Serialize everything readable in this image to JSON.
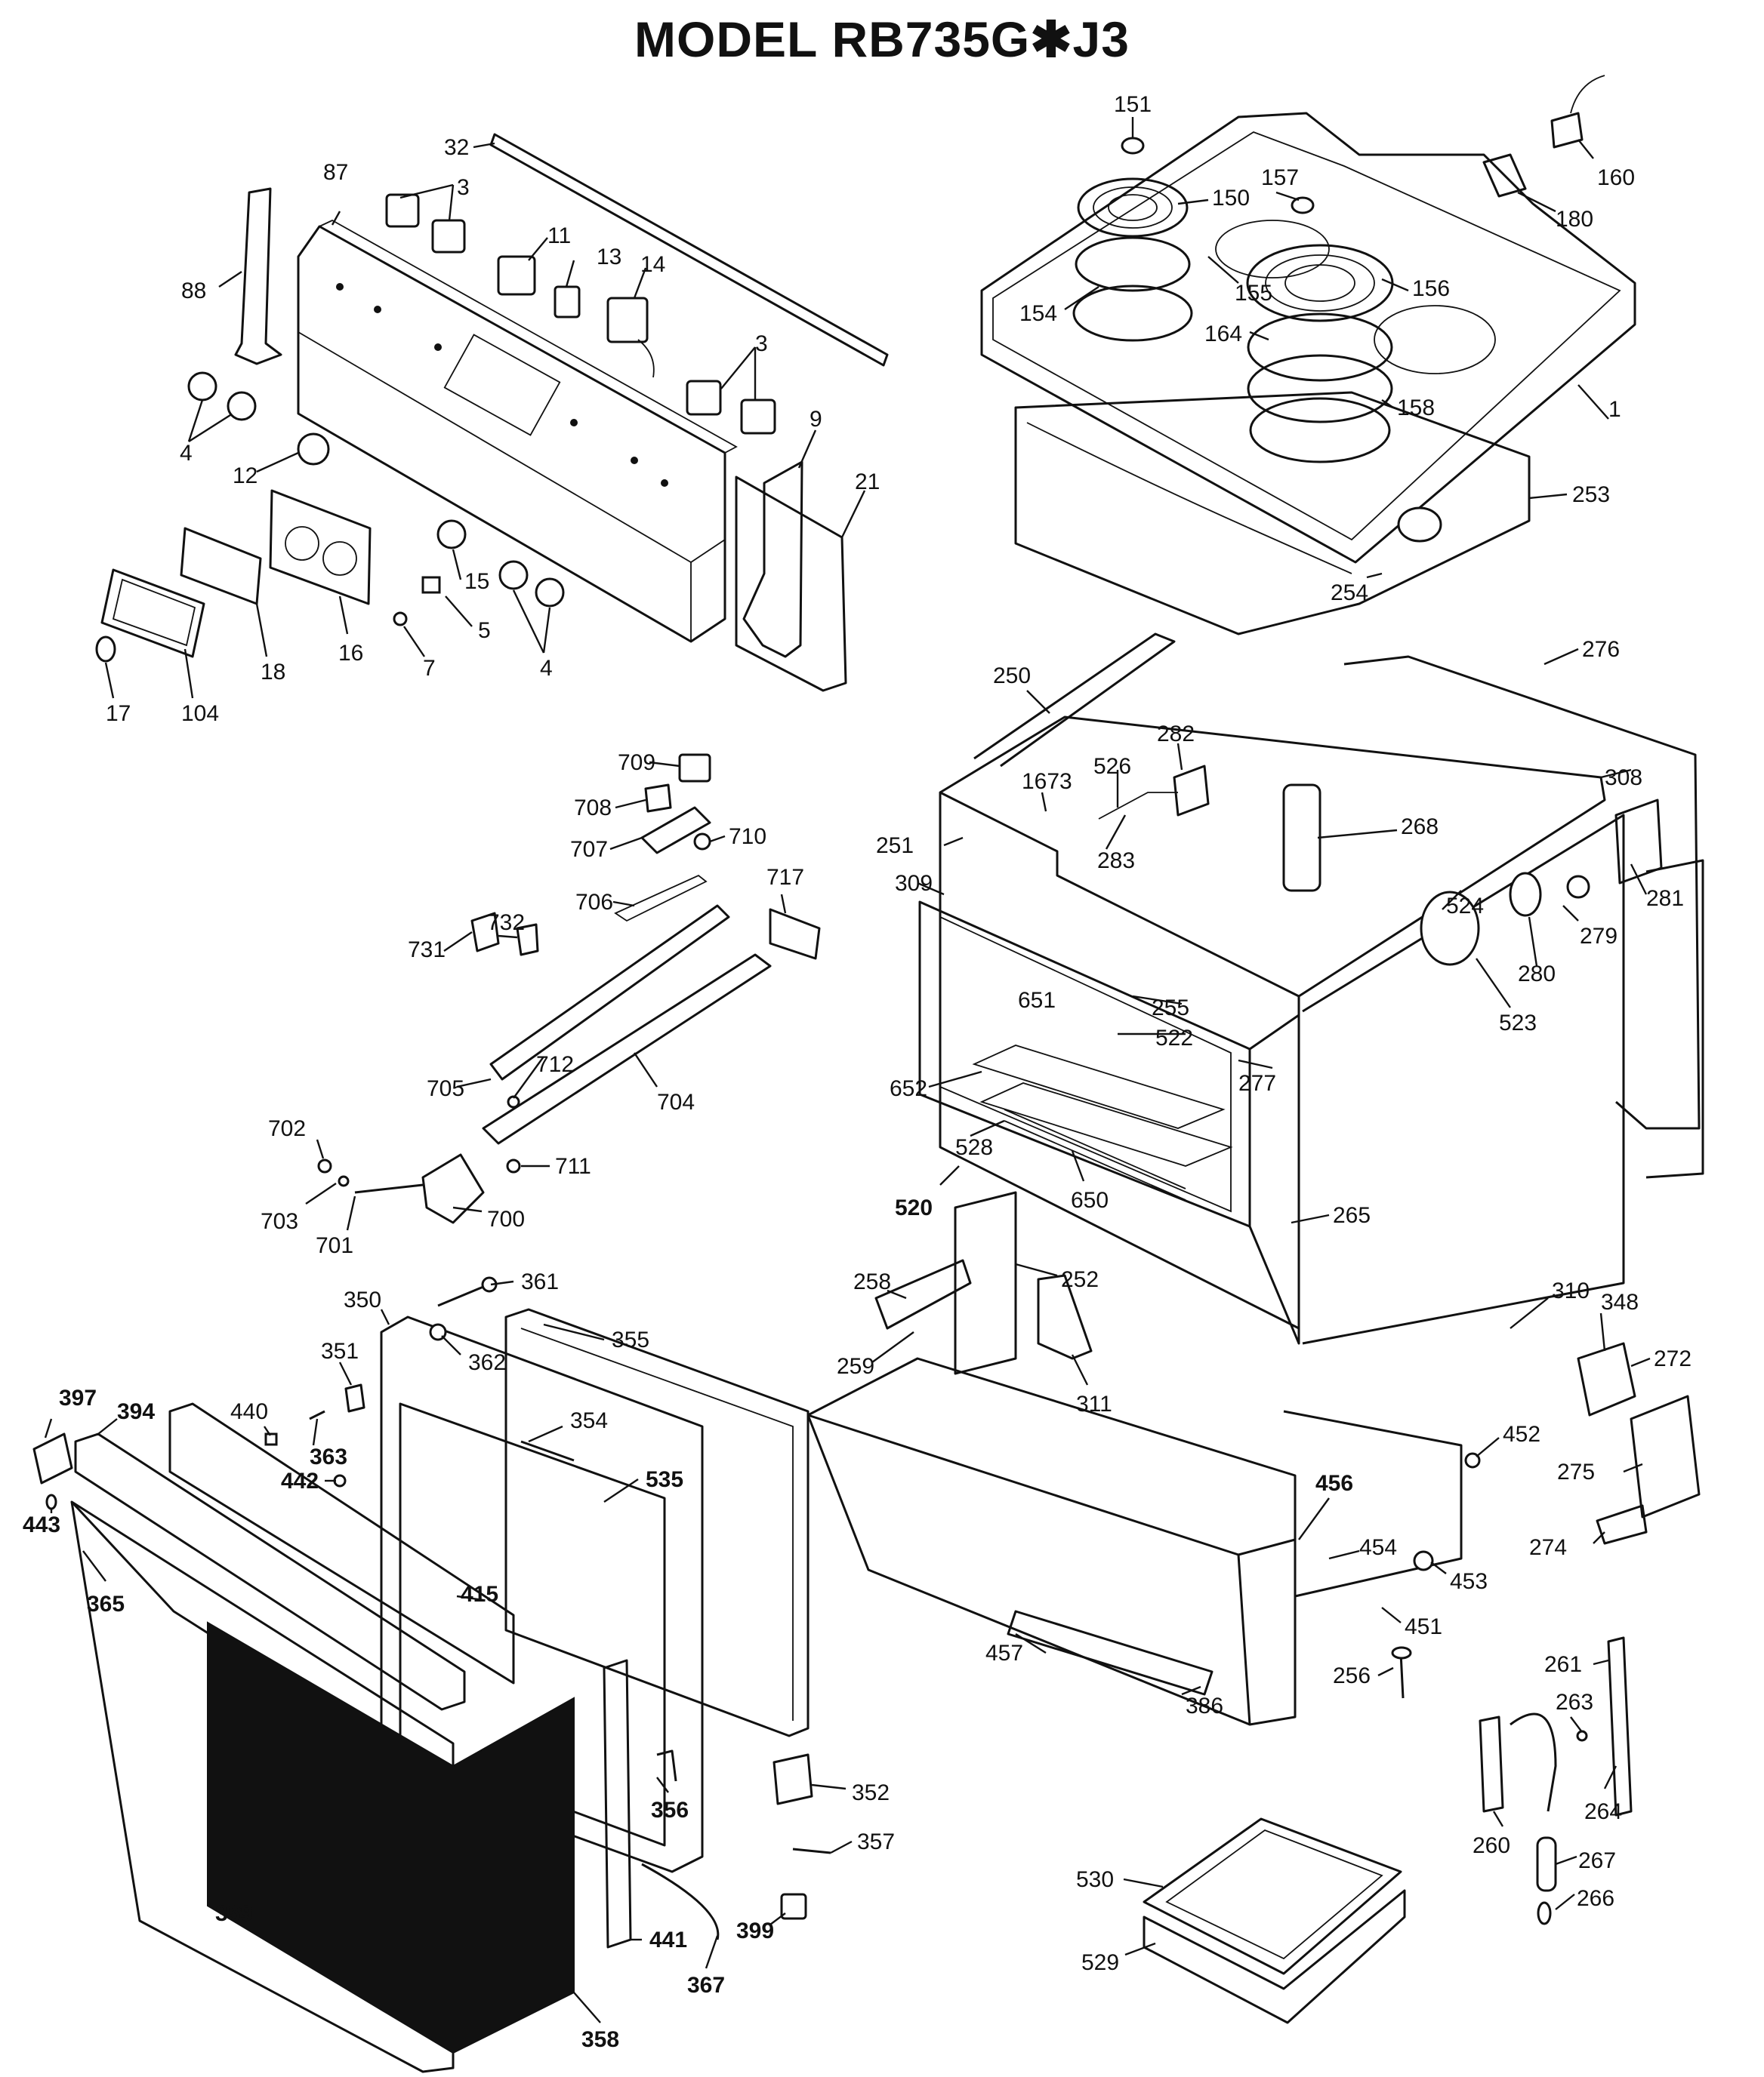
{
  "title": "MODEL RB735G✱J3",
  "part_labels": {
    "l1": "1",
    "l3a": "3",
    "l3b": "3",
    "l4a": "4",
    "l4b": "4",
    "l5": "5",
    "l7": "7",
    "l9": "9",
    "l11": "11",
    "l12": "12",
    "l13": "13",
    "l14": "14",
    "l15": "15",
    "l16": "16",
    "l17": "17",
    "l18": "18",
    "l21": "21",
    "l32": "32",
    "l87": "87",
    "l88": "88",
    "l104": "104",
    "l150": "150",
    "l151": "151",
    "l154": "154",
    "l155": "155",
    "l156": "156",
    "l157": "157",
    "l158": "158",
    "l160": "160",
    "l164": "164",
    "l180": "180",
    "l250": "250",
    "l251": "251",
    "l252": "252",
    "l253": "253",
    "l254": "254",
    "l255": "255",
    "l256": "256",
    "l258": "258",
    "l259": "259",
    "l260": "260",
    "l261": "261",
    "l263": "263",
    "l264": "264",
    "l265": "265",
    "l266": "266",
    "l267": "267",
    "l268": "268",
    "l272": "272",
    "l274": "274",
    "l275": "275",
    "l276": "276",
    "l277": "277",
    "l279": "279",
    "l280": "280",
    "l281": "281",
    "l282": "282",
    "l283": "283",
    "l308": "308",
    "l309": "309",
    "l310": "310",
    "l311": "311",
    "l348": "348",
    "l350": "350",
    "l351": "351",
    "l352": "352",
    "l354": "354",
    "l355": "355",
    "l356": "356",
    "l357": "357",
    "l358": "358",
    "l359": "359",
    "l361": "361",
    "l362": "362",
    "l363": "363",
    "l365": "365",
    "l367": "367",
    "l386": "386",
    "l394": "394",
    "l397": "397",
    "l399": "399",
    "l415": "415",
    "l440": "440",
    "l441": "441",
    "l442": "442",
    "l443": "443",
    "l451": "451",
    "l452": "452",
    "l453": "453",
    "l454": "454",
    "l456": "456",
    "l457": "457",
    "l520": "520",
    "l522": "522",
    "l523": "523",
    "l524": "524",
    "l526": "526",
    "l528": "528",
    "l529": "529",
    "l530": "530",
    "l535": "535",
    "l650": "650",
    "l651": "651",
    "l652": "652",
    "l1673": "1673",
    "l700": "700",
    "l701": "701",
    "l702": "702",
    "l703": "703",
    "l704": "704",
    "l705": "705",
    "l706": "706",
    "l707": "707",
    "l708": "708",
    "l709": "709",
    "l710": "710",
    "l711": "711",
    "l712": "712",
    "l717": "717",
    "l731": "731",
    "l732": "732"
  }
}
